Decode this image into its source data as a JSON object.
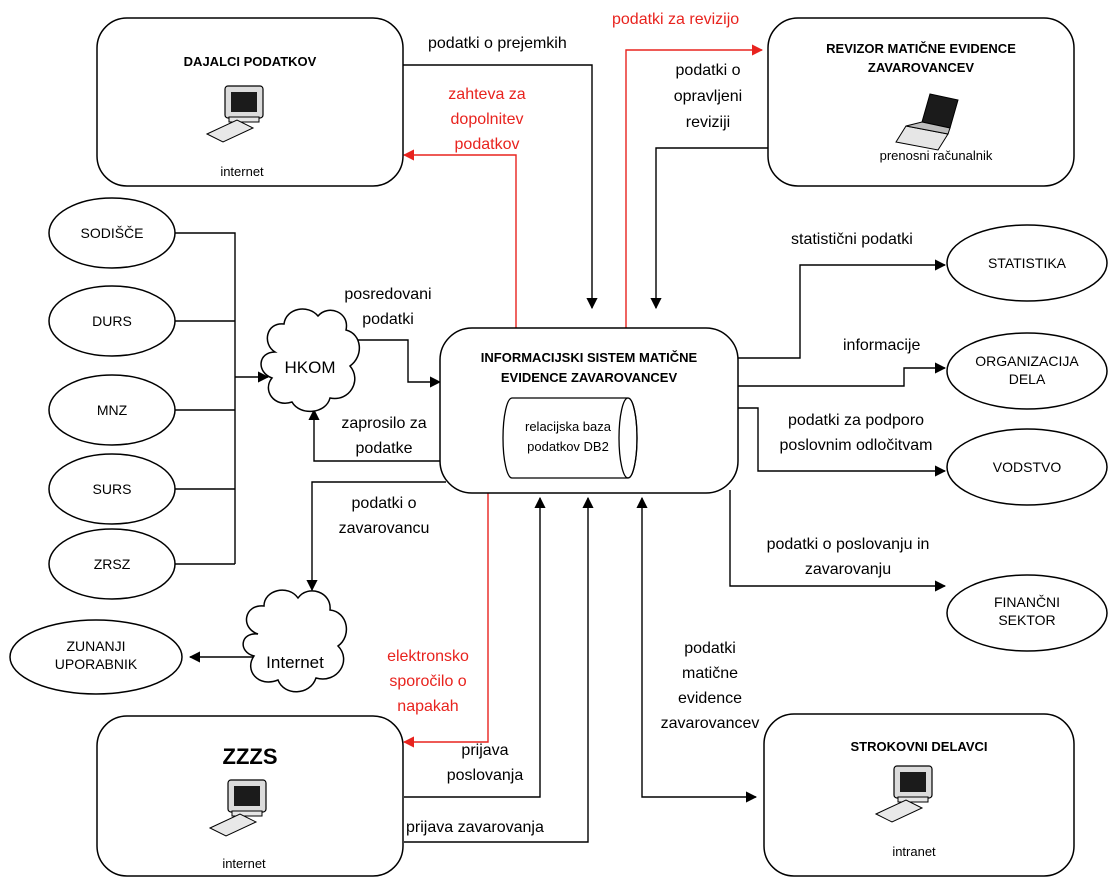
{
  "boxes": {
    "dajalci": {
      "title": "DAJALCI PODATKOV",
      "caption": "internet"
    },
    "revizor": {
      "title_line1": "REVIZOR MATIČNE EVIDENCE",
      "title_line2": "ZAVAROVANCEV",
      "caption": "prenosni računalnik"
    },
    "system": {
      "title_line1": "INFORMACIJSKI SISTEM MATIČNE",
      "title_line2": "EVIDENCE ZAVAROVANCEV",
      "db_line1": "relacijska baza",
      "db_line2": "podatkov DB2"
    },
    "zzzs": {
      "title": "ZZZS",
      "caption": "internet"
    },
    "strokovni": {
      "title": "STROKOVNI DELAVCI",
      "caption": "intranet"
    }
  },
  "ellipses_left": [
    "SODIŠČE",
    "DURS",
    "MNZ",
    "SURS",
    "ZRSZ"
  ],
  "external": {
    "zunanji": {
      "line1": "ZUNANJI",
      "line2": "UPORABNIK"
    },
    "statistika": "STATISTIKA",
    "organizacija": {
      "line1": "ORGANIZACIJA",
      "line2": "DELA"
    },
    "vodstvo": "VODSTVO",
    "financni": {
      "line1": "FINANČNI",
      "line2": "SEKTOR"
    }
  },
  "clouds": {
    "hkom": "HKOM",
    "internet": "Internet"
  },
  "labels": {
    "prejemki": "podatki o prejemkih",
    "revizija_red": "podatki za revizijo",
    "opravljeni": [
      "podatki o",
      "opravljeni",
      "reviziji"
    ],
    "zahteva_red": [
      "zahteva za",
      "dopolnitev",
      "podatkov"
    ],
    "statisticni": "statistični podatki",
    "posredovani": [
      "posredovani",
      "podatki"
    ],
    "informacije": "informacije",
    "zaprosilo": [
      "zaprosilo za",
      "podatke"
    ],
    "podpora": [
      "podatki za podporo",
      "poslovnim odločitvam"
    ],
    "zavarovancu": [
      "podatki o",
      "zavarovancu"
    ],
    "poslovanju": [
      "podatki o poslovanju in",
      "zavarovanju"
    ],
    "elektronsko_red": [
      "elektronsko",
      "sporočilo o",
      "napakah"
    ],
    "maticne": [
      "podatki",
      "matične",
      "evidence",
      "zavarovancev"
    ],
    "prijava_poslovanja": [
      "prijava",
      "poslovanja"
    ],
    "prijava_zavarovanja": "prijava zavarovanja"
  },
  "colors": {
    "stroke": "#000000",
    "highlight": "#e8231e"
  }
}
